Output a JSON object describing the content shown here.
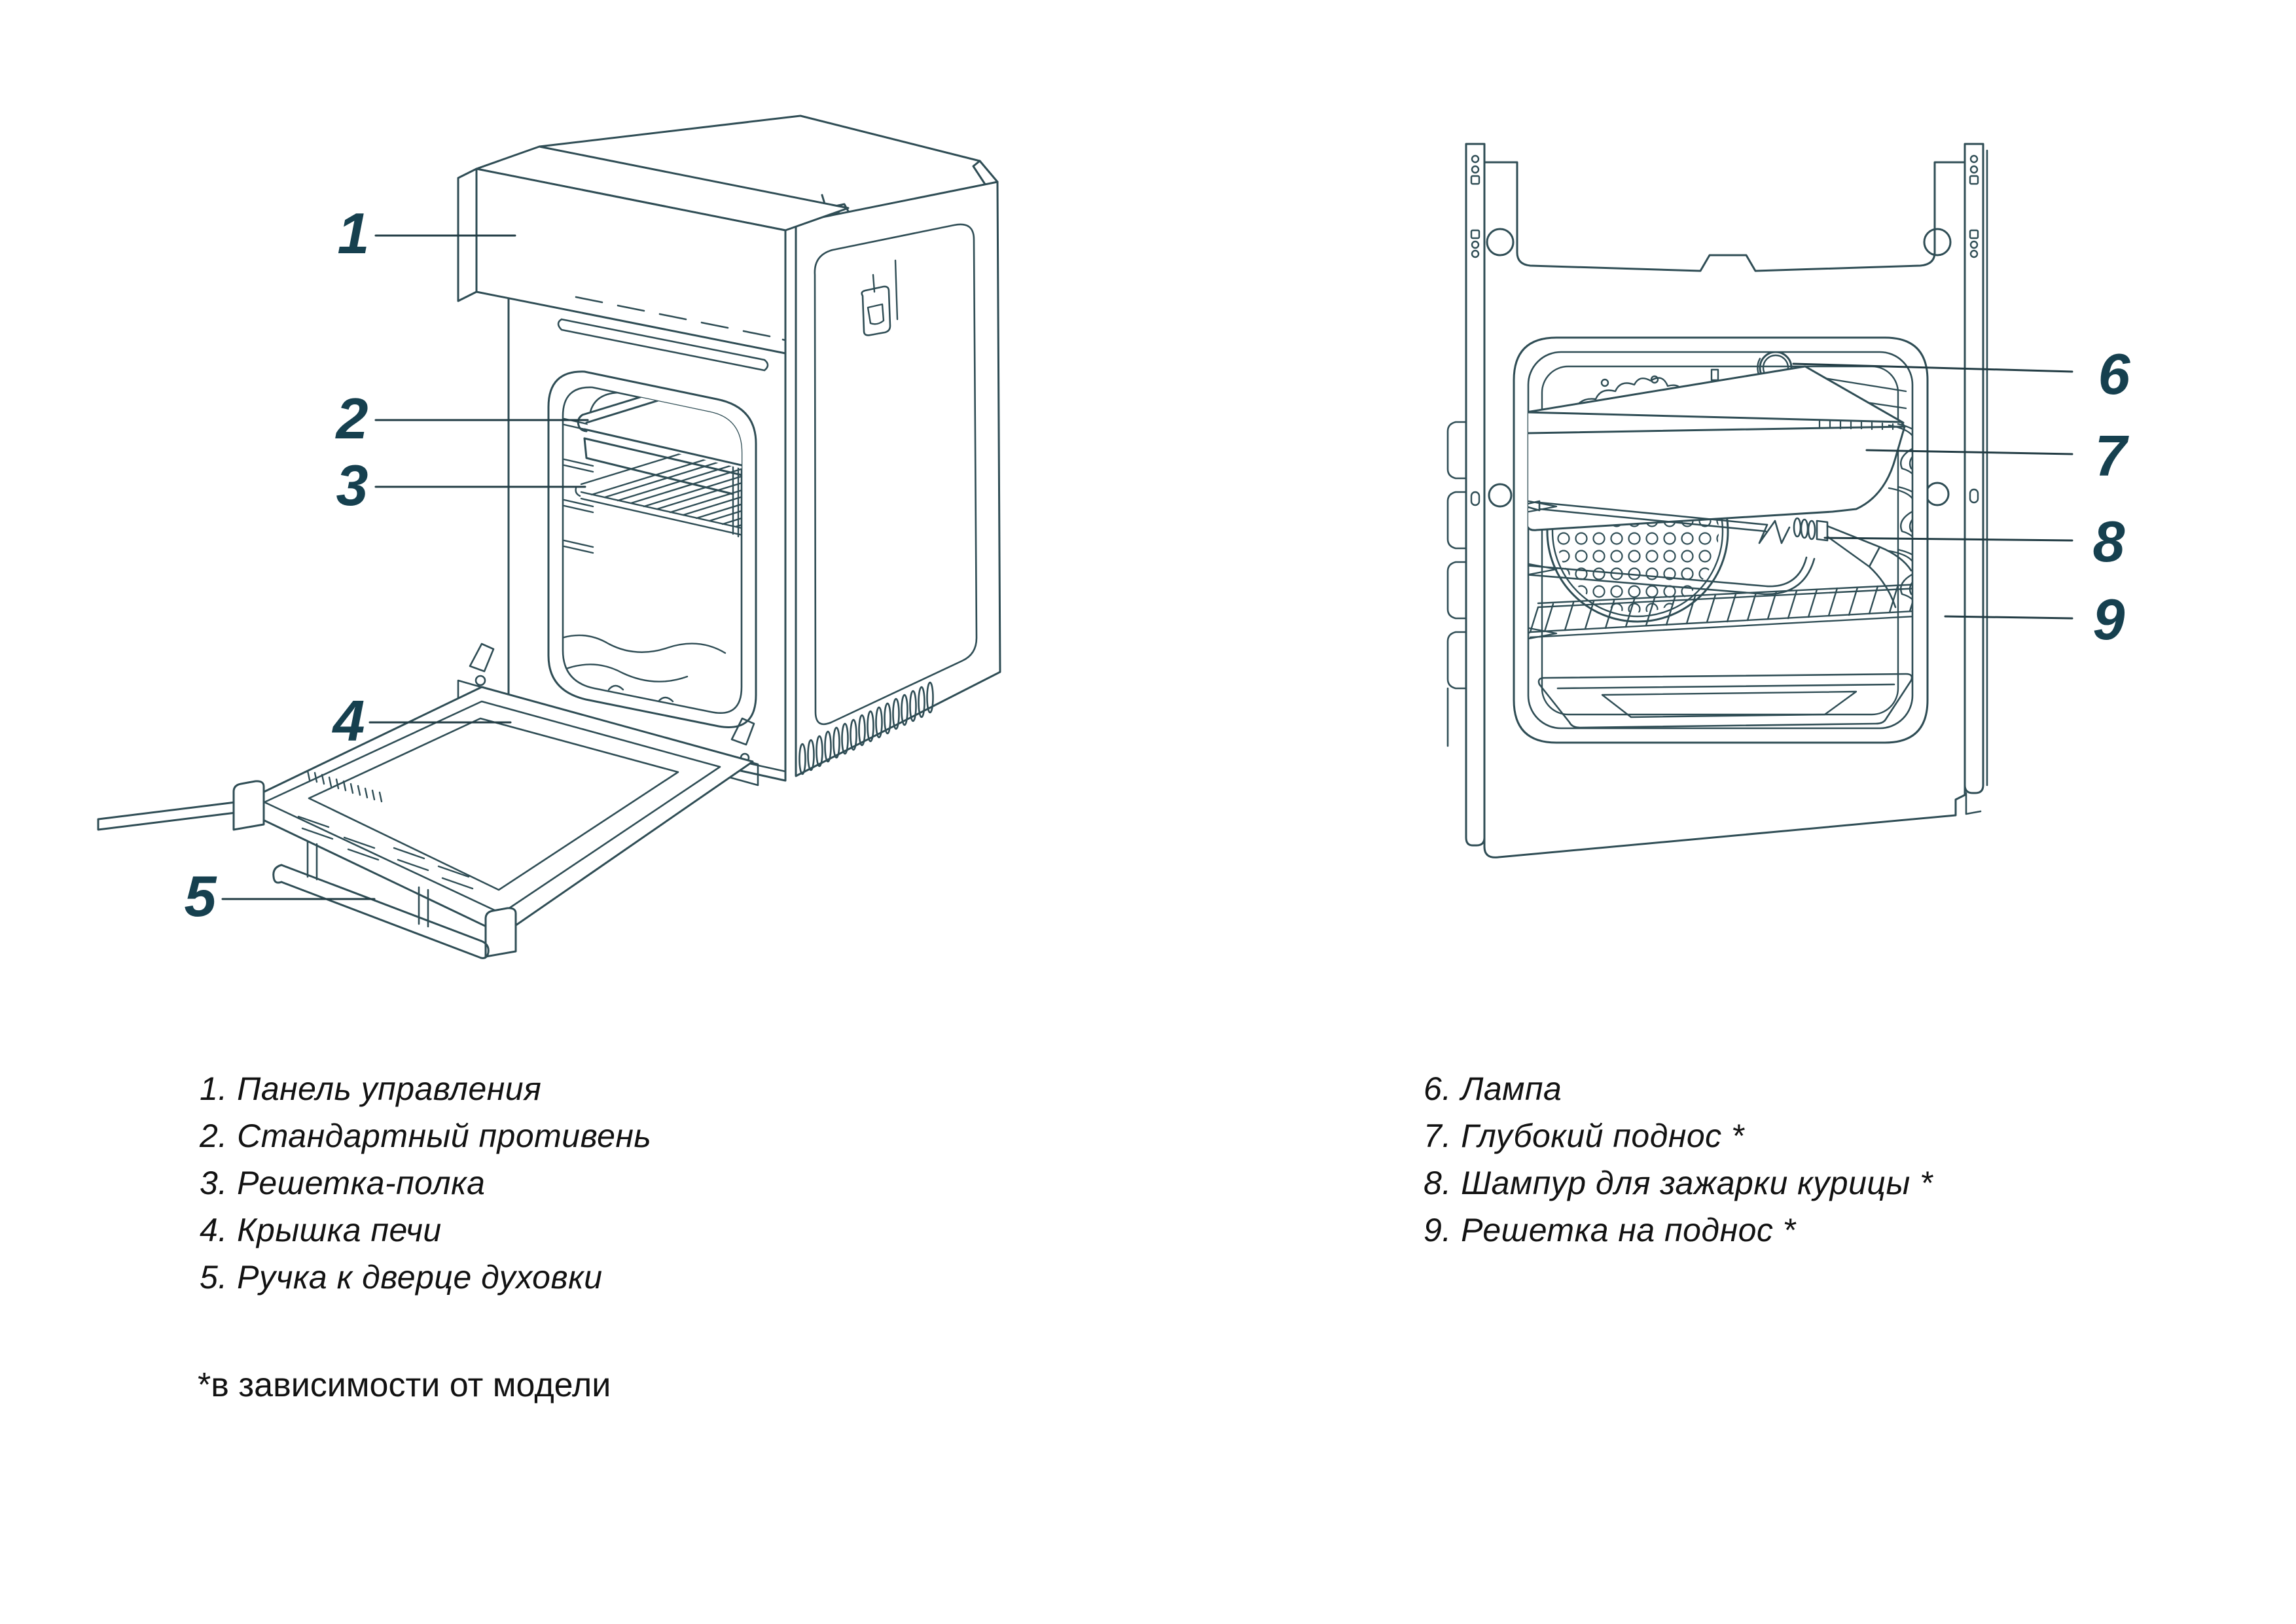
{
  "document": {
    "type": "appliance-parts-diagram",
    "language": "ru",
    "background": "#ffffff"
  },
  "colors": {
    "line_art": "#2f4d55",
    "callout_number": "#16404f",
    "legend_text": "#121212"
  },
  "callout_numbers": [
    "1",
    "2",
    "3",
    "4",
    "5",
    "6",
    "7",
    "8",
    "9"
  ],
  "views": {
    "left_view": "oven-isometric-open-door",
    "right_view": "oven-front-interior"
  },
  "legend_left": {
    "items": [
      "1. Панель управления",
      "2. Стандартный противень",
      "3. Решетка-полка",
      "4. Крышка печи",
      "5. Ручка к дверце духовки"
    ]
  },
  "legend_right": {
    "items": [
      "6. Лампа",
      "7. Глубокий поднос *",
      "8. Шампур для зажарки курицы *",
      "9. Решетка на поднос *"
    ]
  },
  "footnote": "*в зависимости от модели"
}
